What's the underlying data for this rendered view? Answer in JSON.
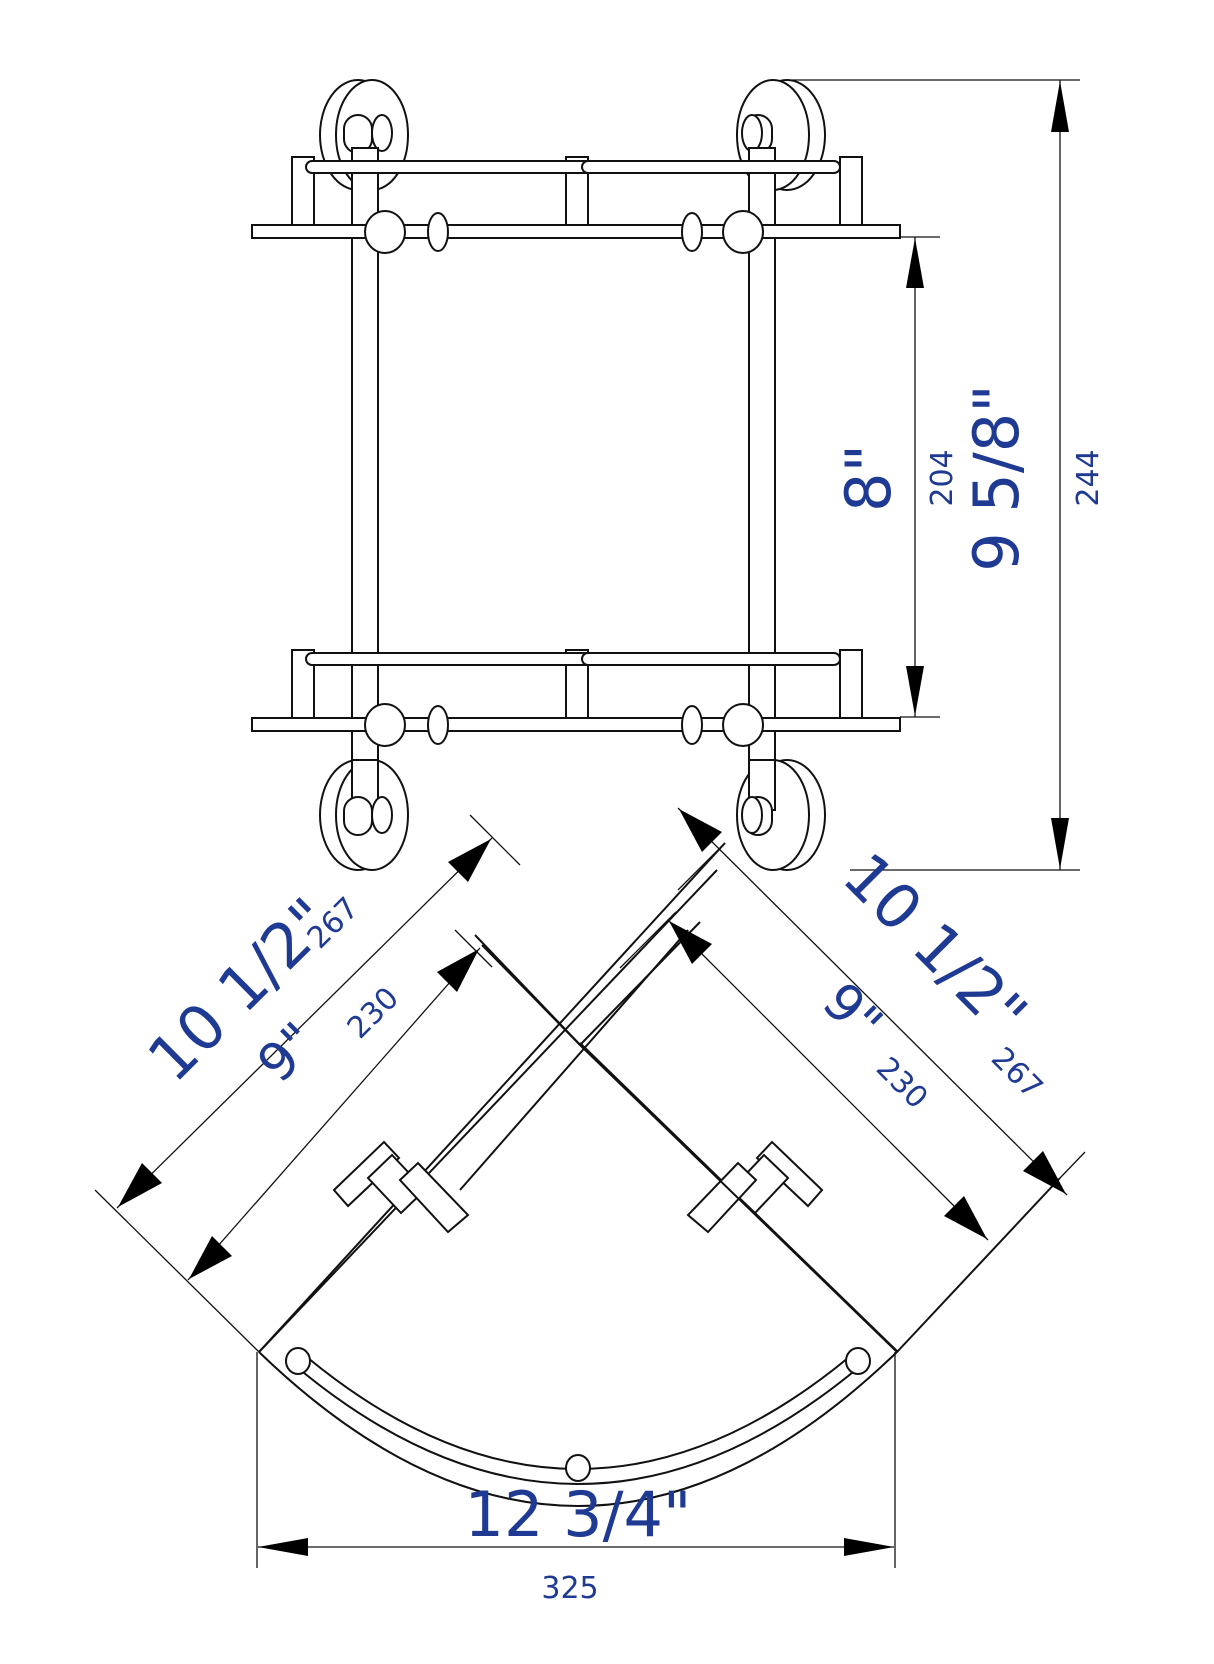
{
  "title": "Two-tier corner glass shelf dimension drawing",
  "colors": {
    "dimension_text": "#1f3a93",
    "lines": "#111111",
    "background": "#ffffff"
  },
  "views": {
    "front": {
      "shelf_spacing": {
        "imperial": "8\"",
        "metric": "204"
      },
      "overall_height": {
        "imperial": "9 5/8\"",
        "metric": "244"
      }
    },
    "top": {
      "outer_left_side": {
        "imperial": "10 1/2\"",
        "metric": "267"
      },
      "inner_left_side": {
        "imperial": "9\"",
        "metric": "230"
      },
      "outer_right_side": {
        "imperial": "10 1/2\"",
        "metric": "267"
      },
      "inner_right_side": {
        "imperial": "9\"",
        "metric": "230"
      },
      "front_width": {
        "imperial": "12 3/4\"",
        "metric": "325"
      }
    }
  }
}
